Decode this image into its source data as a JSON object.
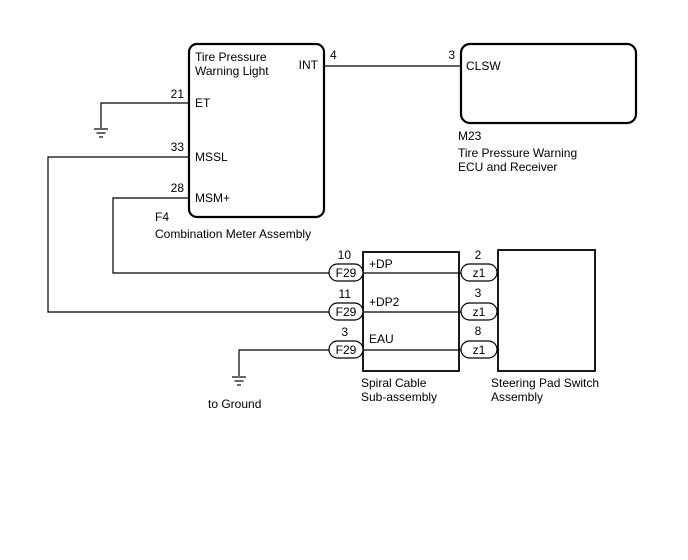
{
  "combination_meter": {
    "code": "F4",
    "name": "Combination Meter Assembly",
    "light_line1": "Tire Pressure",
    "light_line2": "Warning Light",
    "pins": {
      "int": {
        "label": "INT",
        "num": "4"
      },
      "et": {
        "label": "ET",
        "num": "21"
      },
      "mssl": {
        "label": "MSSL",
        "num": "33"
      },
      "msm": {
        "label": "MSM+",
        "num": "28"
      }
    }
  },
  "ecu": {
    "code": "M23",
    "name_line1": "Tire Pressure Warning",
    "name_line2": "ECU and Receiver",
    "pin": {
      "label": "CLSW",
      "num": "3"
    }
  },
  "spiral_cable": {
    "name_line1": "Spiral Cable",
    "name_line2": "Sub-assembly",
    "connector_left": "F29",
    "connector_right": "z1",
    "circuits": [
      {
        "label": "+DP",
        "left_num": "10",
        "right_num": "2"
      },
      {
        "label": "+DP2",
        "left_num": "11",
        "right_num": "3"
      },
      {
        "label": "EAU",
        "left_num": "3",
        "right_num": "8"
      }
    ]
  },
  "steering_switch": {
    "name_line1": "Steering Pad Switch",
    "name_line2": "Assembly"
  },
  "ground_label": "to Ground",
  "ground_icon": "ground-symbol-icon"
}
